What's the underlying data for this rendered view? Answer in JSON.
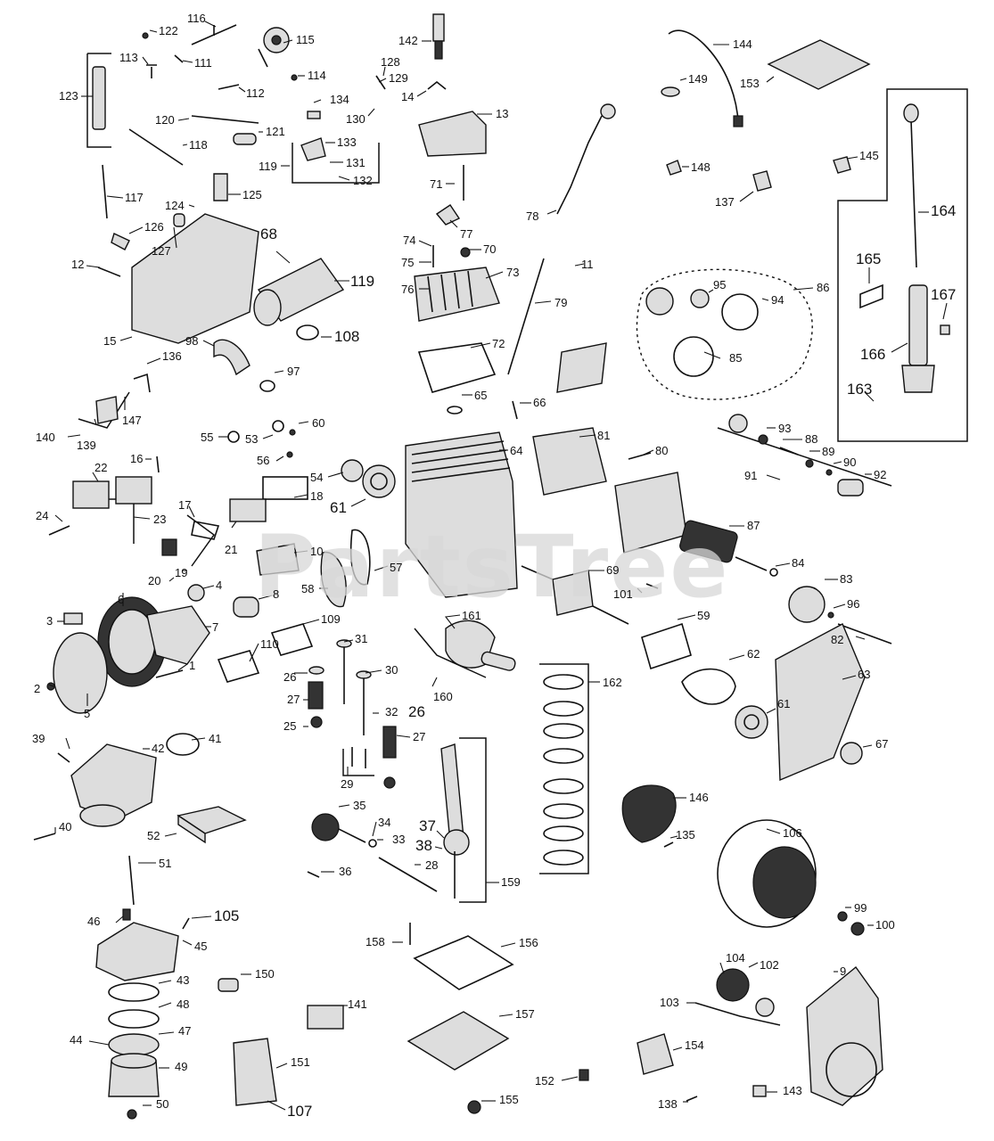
{
  "watermark": "PartsTree",
  "labels": [
    {
      "id": "116",
      "t": "116"
    },
    {
      "id": "122",
      "t": "122"
    },
    {
      "id": "113",
      "t": "113"
    },
    {
      "id": "111",
      "t": "111"
    },
    {
      "id": "115",
      "t": "115"
    },
    {
      "id": "114",
      "t": "114"
    },
    {
      "id": "123",
      "t": "123"
    },
    {
      "id": "112",
      "t": "112"
    },
    {
      "id": "142",
      "t": "142"
    },
    {
      "id": "128",
      "t": "128"
    },
    {
      "id": "129",
      "t": "129"
    },
    {
      "id": "14",
      "t": "14"
    },
    {
      "id": "144",
      "t": "144"
    },
    {
      "id": "149",
      "t": "149"
    },
    {
      "id": "153",
      "t": "153"
    },
    {
      "id": "134",
      "t": "134"
    },
    {
      "id": "130",
      "t": "130"
    },
    {
      "id": "13",
      "t": "13"
    },
    {
      "id": "120",
      "t": "120"
    },
    {
      "id": "121",
      "t": "121"
    },
    {
      "id": "118",
      "t": "118"
    },
    {
      "id": "133",
      "t": "133"
    },
    {
      "id": "119a",
      "t": "119"
    },
    {
      "id": "131",
      "t": "131"
    },
    {
      "id": "132",
      "t": "132"
    },
    {
      "id": "117",
      "t": "117"
    },
    {
      "id": "124",
      "t": "124"
    },
    {
      "id": "125",
      "t": "125"
    },
    {
      "id": "126",
      "t": "126"
    },
    {
      "id": "127",
      "t": "127"
    },
    {
      "id": "71",
      "t": "71"
    },
    {
      "id": "148",
      "t": "148"
    },
    {
      "id": "137",
      "t": "137"
    },
    {
      "id": "145",
      "t": "145"
    },
    {
      "id": "164",
      "t": "164"
    },
    {
      "id": "68",
      "t": "68"
    },
    {
      "id": "12",
      "t": "12"
    },
    {
      "id": "119b",
      "t": "119"
    },
    {
      "id": "77",
      "t": "77"
    },
    {
      "id": "74",
      "t": "74"
    },
    {
      "id": "70",
      "t": "70"
    },
    {
      "id": "75",
      "t": "75"
    },
    {
      "id": "78",
      "t": "78"
    },
    {
      "id": "165",
      "t": "165"
    },
    {
      "id": "73",
      "t": "73"
    },
    {
      "id": "76",
      "t": "76"
    },
    {
      "id": "95",
      "t": "95"
    },
    {
      "id": "86",
      "t": "86"
    },
    {
      "id": "167",
      "t": "167"
    },
    {
      "id": "94",
      "t": "94"
    },
    {
      "id": "79",
      "t": "79"
    },
    {
      "id": "15",
      "t": "15"
    },
    {
      "id": "108",
      "t": "108"
    },
    {
      "id": "11",
      "t": "11"
    },
    {
      "id": "166",
      "t": "166"
    },
    {
      "id": "85",
      "t": "85"
    },
    {
      "id": "98",
      "t": "98"
    },
    {
      "id": "72",
      "t": "72"
    },
    {
      "id": "136",
      "t": "136"
    },
    {
      "id": "97",
      "t": "97"
    },
    {
      "id": "163",
      "t": "163"
    },
    {
      "id": "65",
      "t": "65"
    },
    {
      "id": "66",
      "t": "66"
    },
    {
      "id": "147",
      "t": "147"
    },
    {
      "id": "140",
      "t": "140"
    },
    {
      "id": "139",
      "t": "139"
    },
    {
      "id": "93",
      "t": "93"
    },
    {
      "id": "55",
      "t": "55"
    },
    {
      "id": "53",
      "t": "53"
    },
    {
      "id": "60",
      "t": "60"
    },
    {
      "id": "81",
      "t": "81"
    },
    {
      "id": "88",
      "t": "88"
    },
    {
      "id": "89",
      "t": "89"
    },
    {
      "id": "64",
      "t": "64"
    },
    {
      "id": "56",
      "t": "56"
    },
    {
      "id": "80",
      "t": "80"
    },
    {
      "id": "90",
      "t": "90"
    },
    {
      "id": "16",
      "t": "16"
    },
    {
      "id": "91",
      "t": "91"
    },
    {
      "id": "92",
      "t": "92"
    },
    {
      "id": "22",
      "t": "22"
    },
    {
      "id": "54",
      "t": "54"
    },
    {
      "id": "61a",
      "t": "61"
    },
    {
      "id": "18",
      "t": "18"
    },
    {
      "id": "24",
      "t": "24"
    },
    {
      "id": "23",
      "t": "23"
    },
    {
      "id": "17",
      "t": "17"
    },
    {
      "id": "87",
      "t": "87"
    },
    {
      "id": "21",
      "t": "21"
    },
    {
      "id": "10",
      "t": "10"
    },
    {
      "id": "57",
      "t": "57"
    },
    {
      "id": "69",
      "t": "69"
    },
    {
      "id": "84",
      "t": "84"
    },
    {
      "id": "20",
      "t": "20"
    },
    {
      "id": "19",
      "t": "19"
    },
    {
      "id": "58",
      "t": "58"
    },
    {
      "id": "6",
      "t": "6"
    },
    {
      "id": "4",
      "t": "4"
    },
    {
      "id": "101",
      "t": "101"
    },
    {
      "id": "83",
      "t": "83"
    },
    {
      "id": "8",
      "t": "8"
    },
    {
      "id": "3",
      "t": "3"
    },
    {
      "id": "7",
      "t": "7"
    },
    {
      "id": "109",
      "t": "109"
    },
    {
      "id": "161",
      "t": "161"
    },
    {
      "id": "59",
      "t": "59"
    },
    {
      "id": "96",
      "t": "96"
    },
    {
      "id": "82",
      "t": "82"
    },
    {
      "id": "110",
      "t": "110"
    },
    {
      "id": "31",
      "t": "31"
    },
    {
      "id": "1",
      "t": "1"
    },
    {
      "id": "2",
      "t": "2"
    },
    {
      "id": "26a",
      "t": "26"
    },
    {
      "id": "30",
      "t": "30"
    },
    {
      "id": "62",
      "t": "62"
    },
    {
      "id": "162",
      "t": "162"
    },
    {
      "id": "5",
      "t": "5"
    },
    {
      "id": "27a",
      "t": "27"
    },
    {
      "id": "160",
      "t": "160"
    },
    {
      "id": "61b",
      "t": "61"
    },
    {
      "id": "63",
      "t": "63"
    },
    {
      "id": "32",
      "t": "32"
    },
    {
      "id": "26b",
      "t": "26"
    },
    {
      "id": "25",
      "t": "25"
    },
    {
      "id": "27b",
      "t": "27"
    },
    {
      "id": "39",
      "t": "39"
    },
    {
      "id": "41",
      "t": "41"
    },
    {
      "id": "42",
      "t": "42"
    },
    {
      "id": "67",
      "t": "67"
    },
    {
      "id": "29",
      "t": "29"
    },
    {
      "id": "146",
      "t": "146"
    },
    {
      "id": "35",
      "t": "35"
    },
    {
      "id": "40",
      "t": "40"
    },
    {
      "id": "34",
      "t": "34"
    },
    {
      "id": "37",
      "t": "37"
    },
    {
      "id": "52",
      "t": "52"
    },
    {
      "id": "33",
      "t": "33"
    },
    {
      "id": "135",
      "t": "135"
    },
    {
      "id": "106",
      "t": "106"
    },
    {
      "id": "38",
      "t": "38"
    },
    {
      "id": "51",
      "t": "51"
    },
    {
      "id": "28",
      "t": "28"
    },
    {
      "id": "36",
      "t": "36"
    },
    {
      "id": "159",
      "t": "159"
    },
    {
      "id": "105",
      "t": "105"
    },
    {
      "id": "99",
      "t": "99"
    },
    {
      "id": "46",
      "t": "46"
    },
    {
      "id": "100",
      "t": "100"
    },
    {
      "id": "45",
      "t": "45"
    },
    {
      "id": "158",
      "t": "158"
    },
    {
      "id": "156",
      "t": "156"
    },
    {
      "id": "104",
      "t": "104"
    },
    {
      "id": "102",
      "t": "102"
    },
    {
      "id": "9",
      "t": "9"
    },
    {
      "id": "43",
      "t": "43"
    },
    {
      "id": "150",
      "t": "150"
    },
    {
      "id": "103",
      "t": "103"
    },
    {
      "id": "48",
      "t": "48"
    },
    {
      "id": "141",
      "t": "141"
    },
    {
      "id": "157",
      "t": "157"
    },
    {
      "id": "44",
      "t": "44"
    },
    {
      "id": "47",
      "t": "47"
    },
    {
      "id": "154",
      "t": "154"
    },
    {
      "id": "49",
      "t": "49"
    },
    {
      "id": "151",
      "t": "151"
    },
    {
      "id": "152",
      "t": "152"
    },
    {
      "id": "143",
      "t": "143"
    },
    {
      "id": "50",
      "t": "50"
    },
    {
      "id": "155",
      "t": "155"
    },
    {
      "id": "138",
      "t": "138"
    },
    {
      "id": "107",
      "t": "107"
    }
  ]
}
